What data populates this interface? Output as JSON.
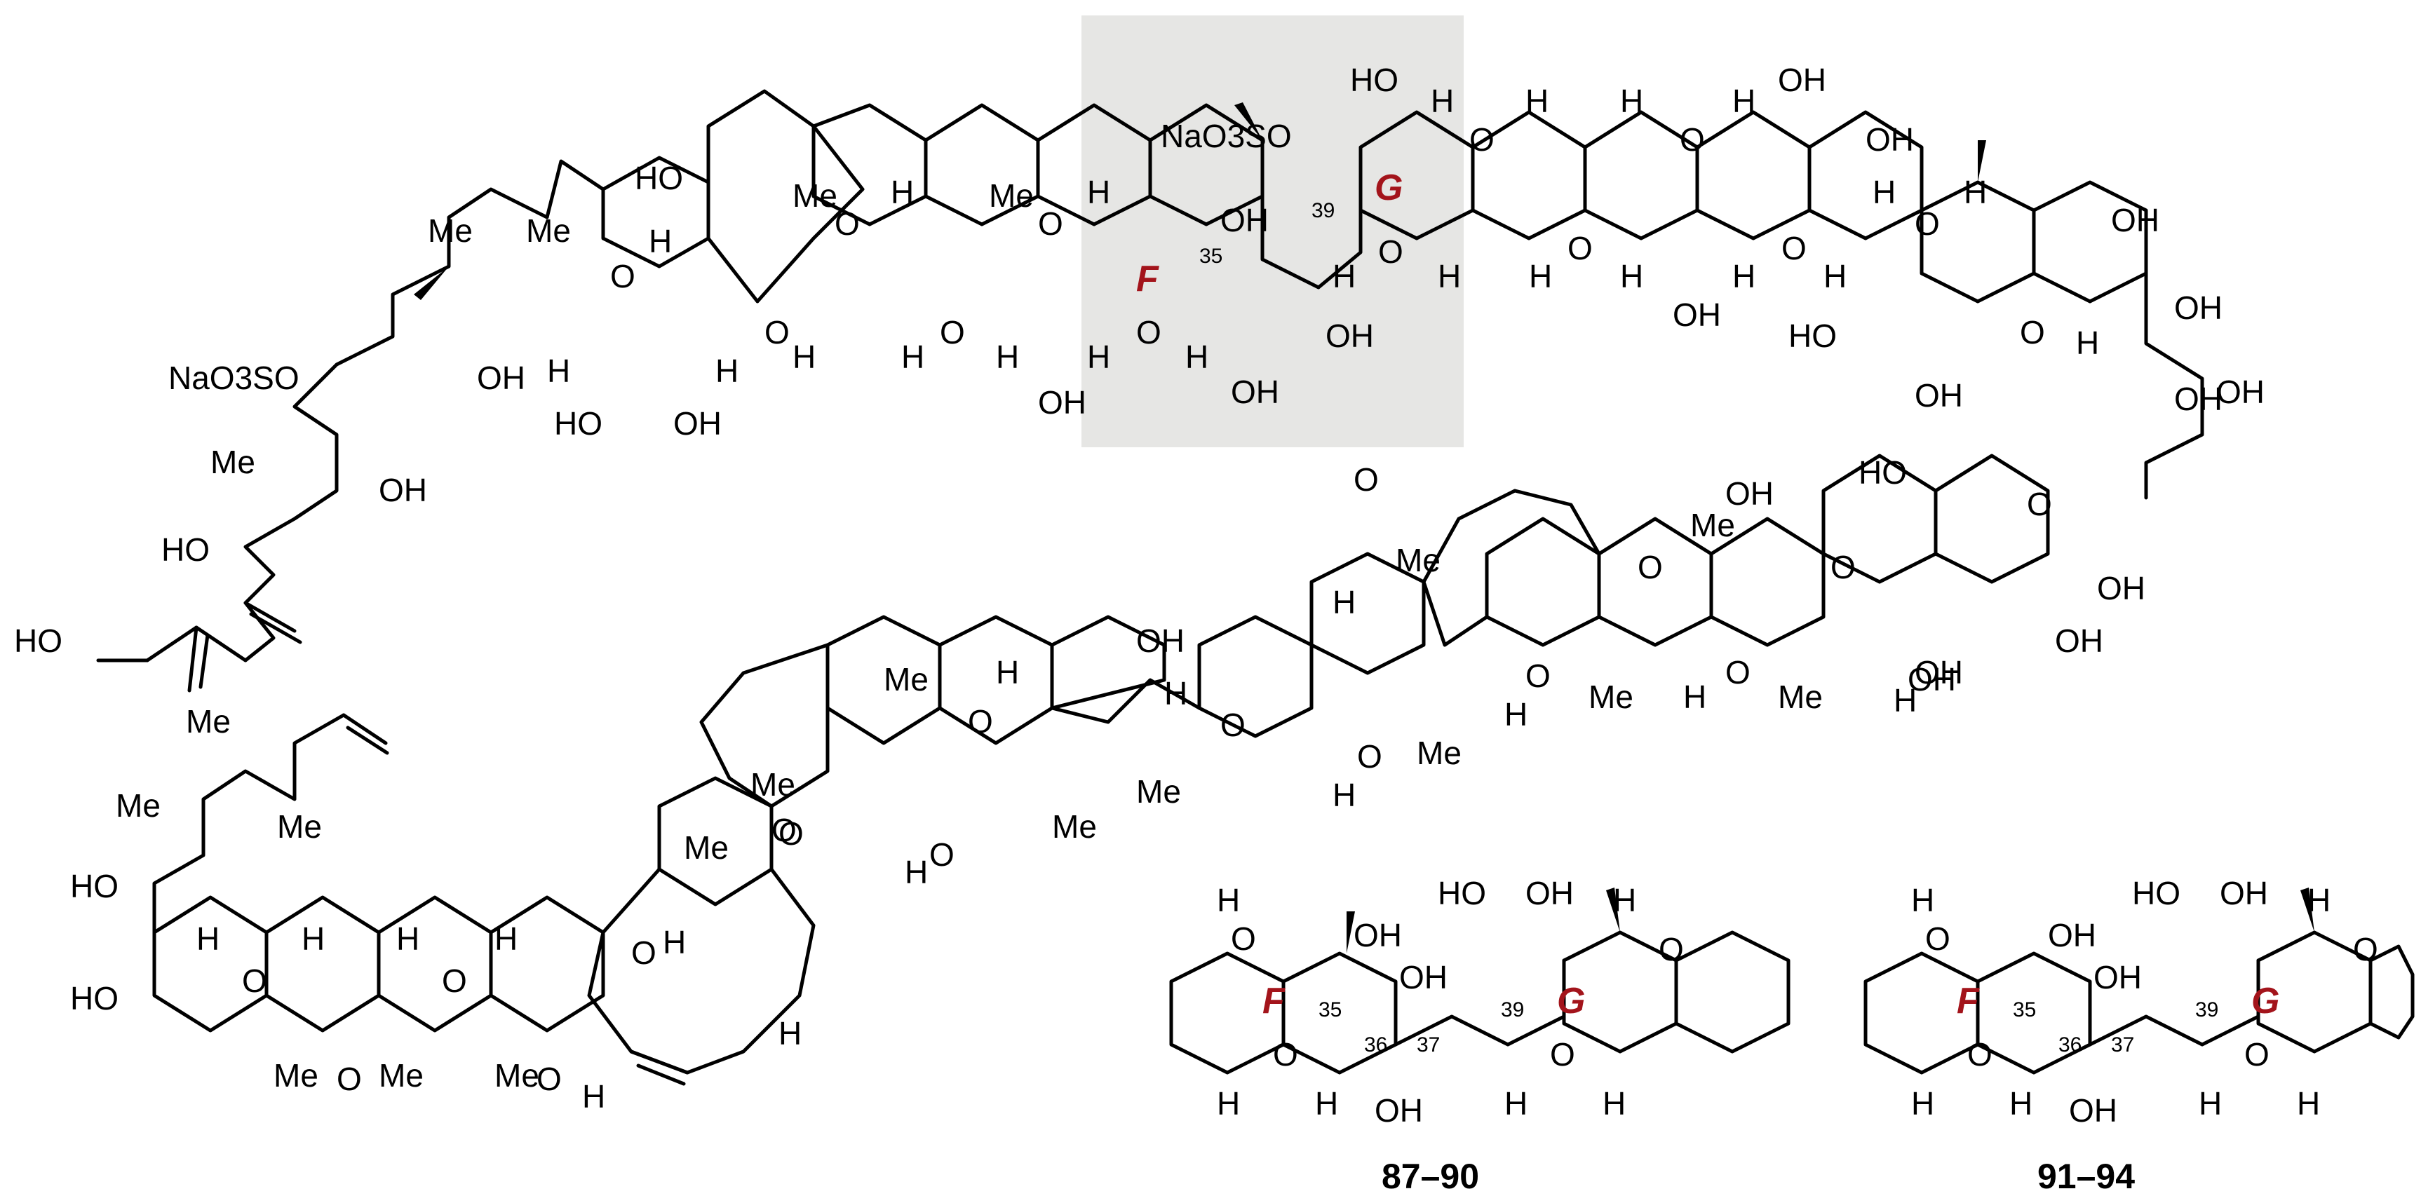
{
  "substituents": {
    "oh": "OH",
    "ho": "HO",
    "me": "Me",
    "h": "H",
    "o": "O",
    "naO3SO_left": "NaO3SO",
    "naO3SO_top": "NaO3SO"
  },
  "ring_labels": {
    "f": "F",
    "g": "G"
  },
  "locants": {
    "c35": "35",
    "c36": "36",
    "c37": "37",
    "c39": "39"
  },
  "compounds": {
    "first": "87–90",
    "second": "91–94"
  },
  "colors": {
    "highlight": "#e6e6e4",
    "ring_label": "#a3141b"
  }
}
